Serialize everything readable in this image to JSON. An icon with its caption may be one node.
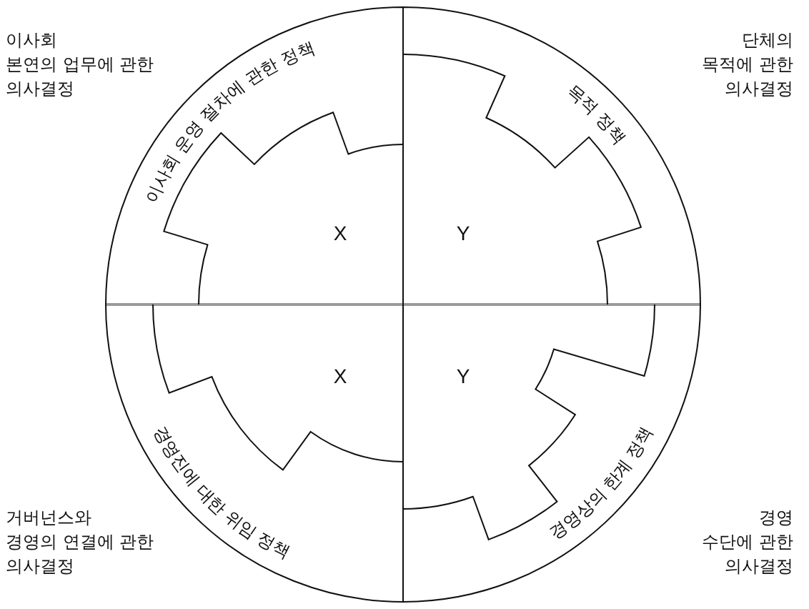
{
  "diagram": {
    "nodes": [
      {
        "text": [
          "이사회 운영 절차에 관한 정책",
          "X"
        ],
        "beside": [
          "이사회 본연의 업무에 관한 의사결정"
        ]
      },
      {
        "text": [
          "목적 정책",
          "Y"
        ],
        "beside": [
          "단체의 목적에 관한 의사결정"
        ]
      },
      {
        "text": [
          "경영진에 대한 위임 정책",
          "X"
        ],
        "beside": [
          "거버넌스와 경영의 연결에 관한 의사결정"
        ]
      },
      {
        "text": [
          "경영상의 한계 정책",
          "Y"
        ],
        "beside": [
          "경영 수단에 관한 의사결정"
        ]
      }
    ]
  }
}
